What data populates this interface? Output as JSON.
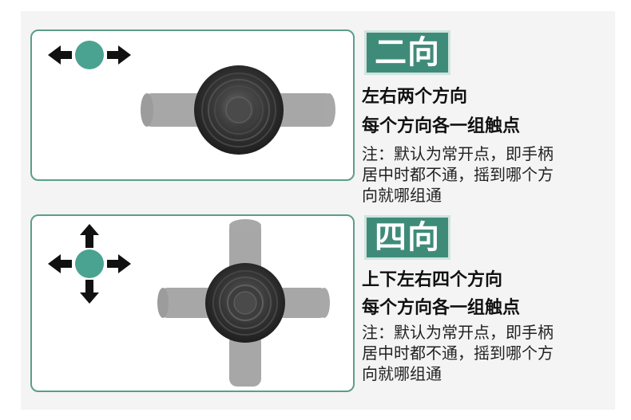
{
  "colors": {
    "accent": "#3f8b79",
    "panel_border": "#5b9e8b",
    "dot": "#4aa390",
    "arrow": "#111111"
  },
  "two_way": {
    "badge": "二向",
    "title": "左右两个方向",
    "subtitle": "每个方向各一组触点",
    "note_lines": [
      "注：默认为常开点，即手柄",
      "居中时都不通，摇到哪个方",
      "向就哪组通"
    ],
    "arrow_icon": "left-right-arrows-icon"
  },
  "four_way": {
    "badge": "四向",
    "title": "上下左右四个方向",
    "subtitle": "每个方向各一组触点",
    "note_lines": [
      "注：默认为常开点，即手柄",
      "居中时都不通，摇到哪个方",
      "向就哪组通"
    ],
    "arrow_icon": "four-way-arrows-icon"
  }
}
